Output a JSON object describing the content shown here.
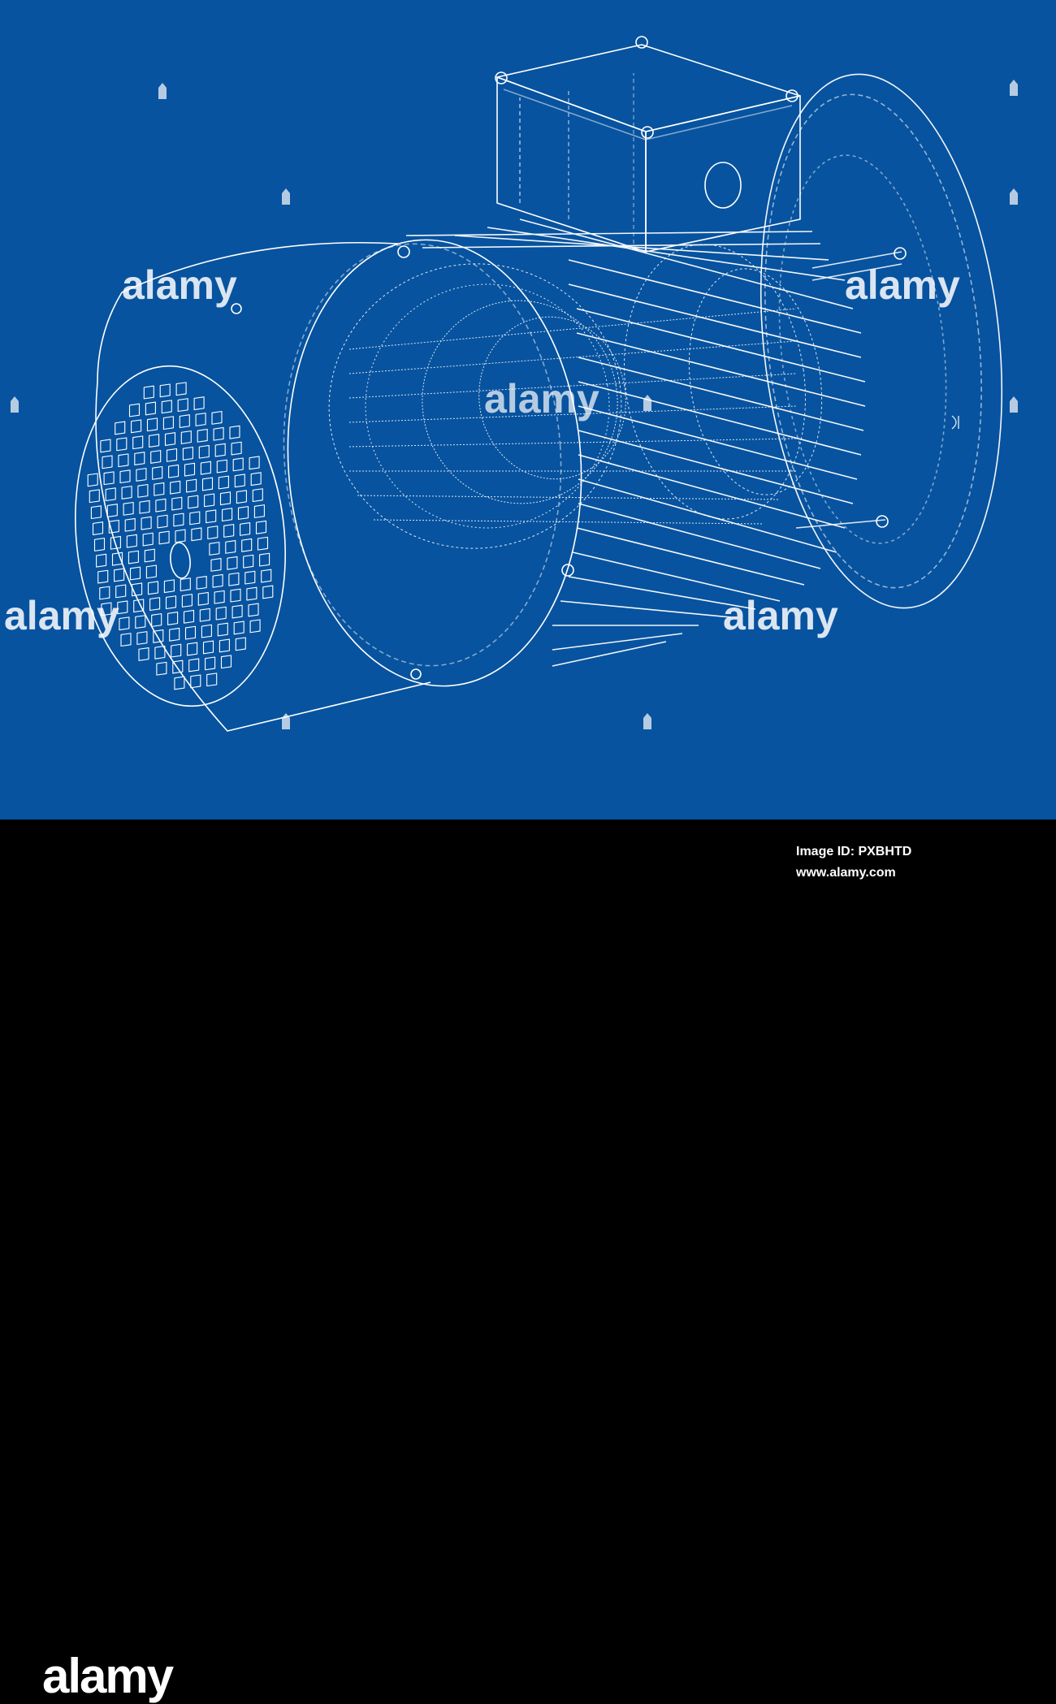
{
  "image": {
    "background_color": "#07539f",
    "line_color": "#ffffff",
    "subject_icon": "electric-motor-wireframe"
  },
  "watermark": {
    "brand": "alamy"
  },
  "footer": {
    "logo_text": "alamy",
    "image_id_text": "Image ID: PXBHTD",
    "url_text": "www.alamy.com"
  }
}
